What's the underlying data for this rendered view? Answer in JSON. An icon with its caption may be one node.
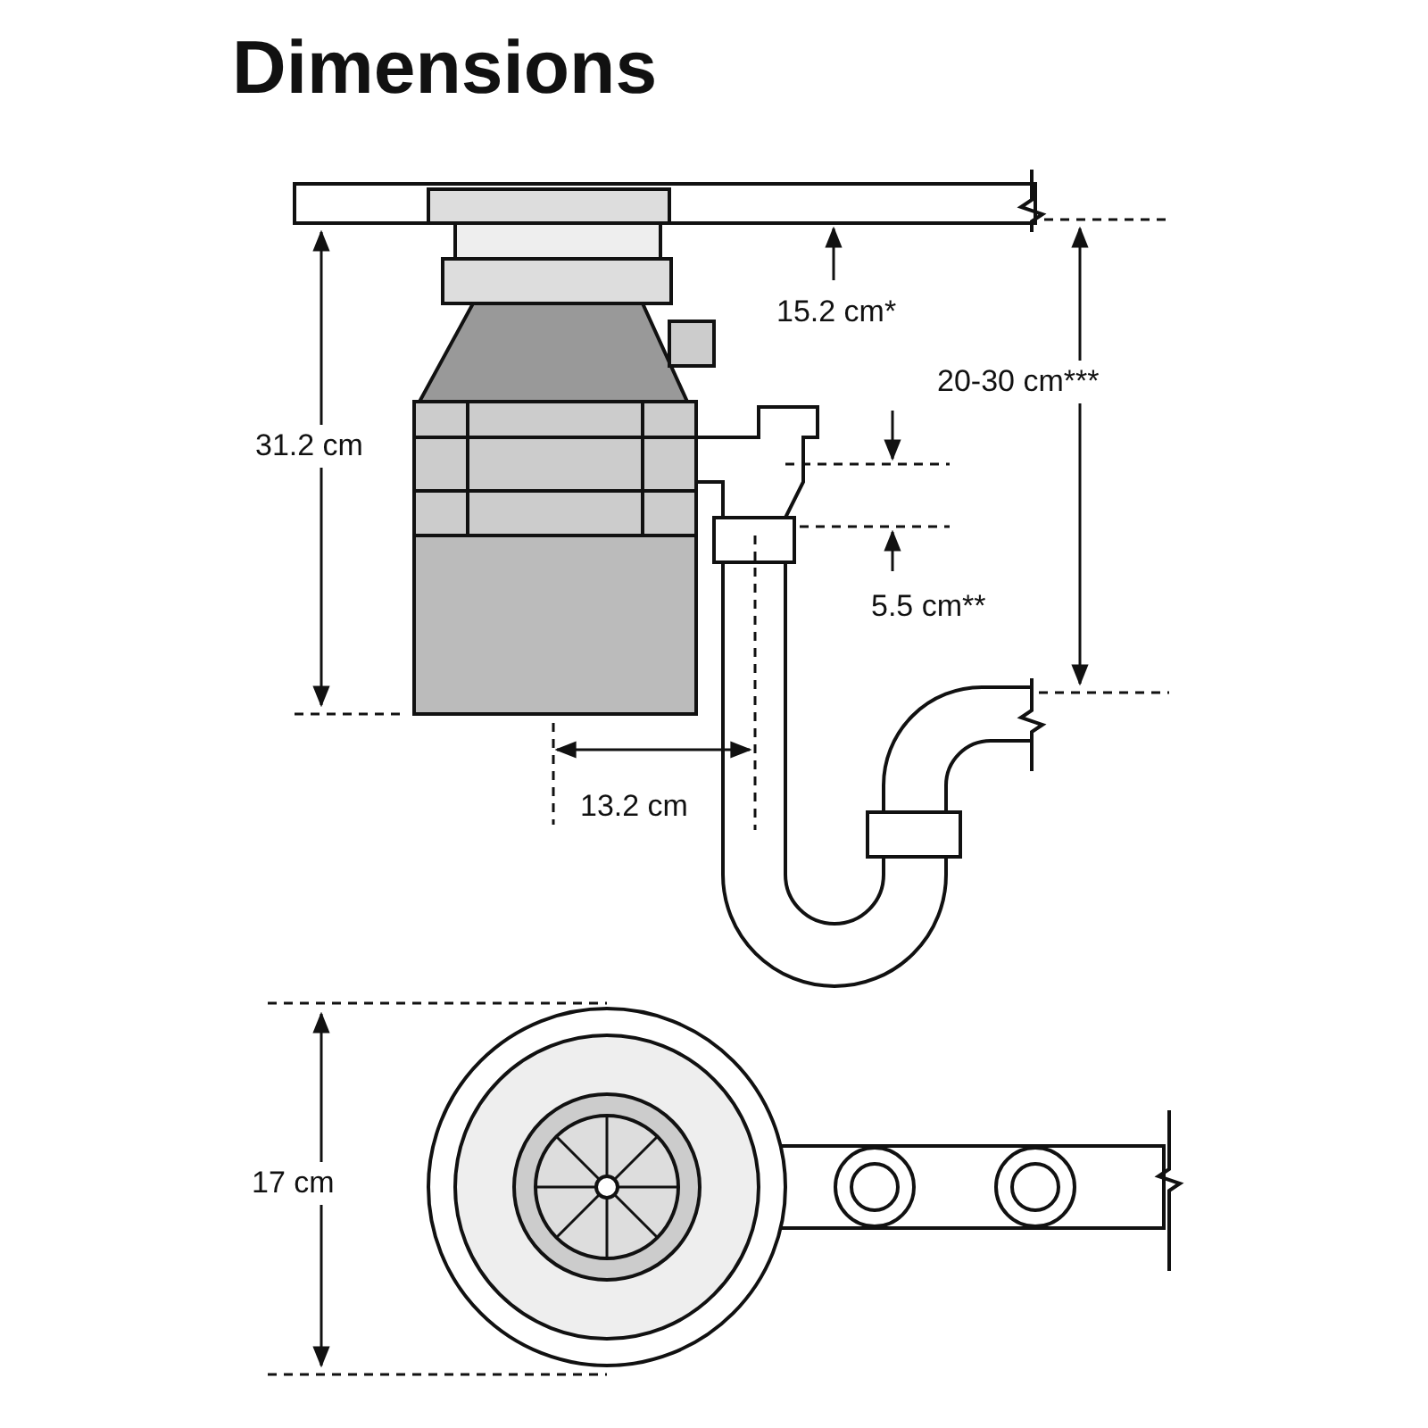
{
  "diagram": {
    "title": "Dimensions",
    "labels": [
      "15.2 cm*",
      "20-30 cm***",
      "31.2 cm",
      "5.5 cm**",
      "13.2 cm",
      "17 cm"
    ]
  }
}
